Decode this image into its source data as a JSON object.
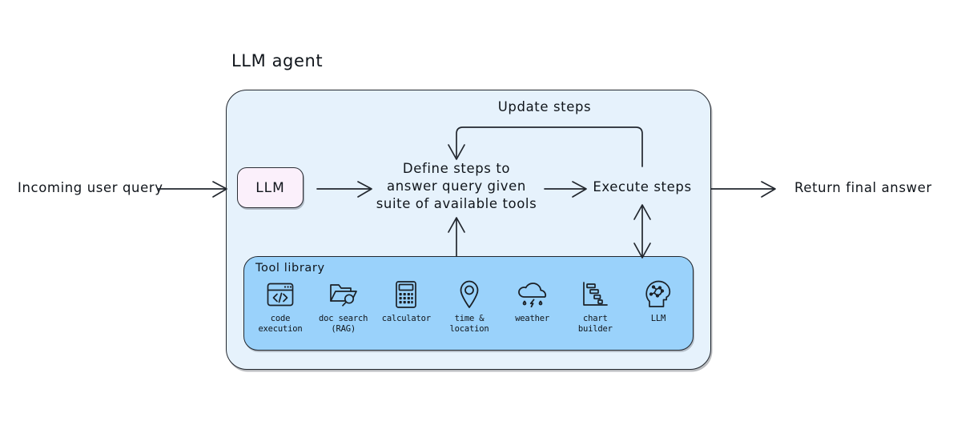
{
  "diagram": {
    "title": "LLM agent",
    "background_color": "#ffffff",
    "container_color": "#e6f2fc",
    "container_border_color": "#22272e",
    "tool_library_color": "#9ad2fb",
    "llm_box_color": "#fbf0fb",
    "stroke_color": "#22272e"
  },
  "flow": {
    "input_label": "Incoming user query",
    "output_label": "Return final answer",
    "llm_node": "LLM",
    "define_steps": "Define steps to\nanswer query given\nsuite of available tools",
    "define_steps_lines": [
      "Define steps to",
      "answer query given",
      "suite of available tools"
    ],
    "execute_steps": "Execute steps",
    "feedback_label": "Update steps"
  },
  "tool_library": {
    "title": "Tool library",
    "tools": [
      {
        "icon": "code-execution-icon",
        "label": "code\nexecution"
      },
      {
        "icon": "doc-search-icon",
        "label": "doc search\n(RAG)"
      },
      {
        "icon": "calculator-icon",
        "label": "calculator"
      },
      {
        "icon": "location-pin-icon",
        "label": "time &\nlocation"
      },
      {
        "icon": "weather-cloud-icon",
        "label": "weather"
      },
      {
        "icon": "chart-builder-icon",
        "label": "chart\nbuilder"
      },
      {
        "icon": "llm-head-icon",
        "label": "LLM"
      }
    ]
  }
}
